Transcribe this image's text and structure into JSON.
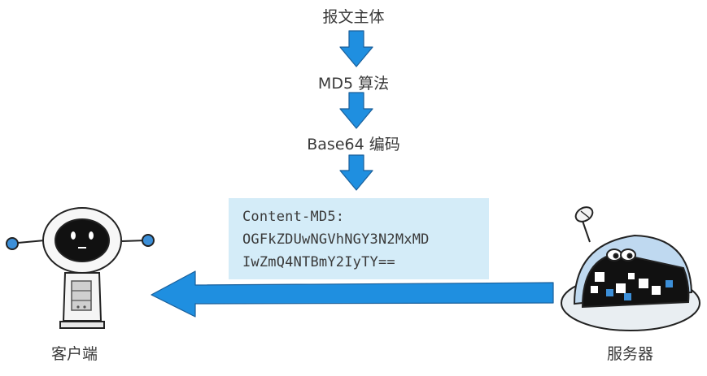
{
  "steps": {
    "step1": "报文主体",
    "step2": "MD5 算法",
    "step3": "Base64 编码"
  },
  "header_box": {
    "line1": "Content-MD5:",
    "line2": "OGFkZDUwNGVhNGY3N2MxMD",
    "line3": "IwZmQ4NTBmY2IyTY=="
  },
  "labels": {
    "client": "客户端",
    "server": "服务器"
  },
  "colors": {
    "arrow_blue": "#1f8fe0",
    "box_bg": "#d4ecf8"
  }
}
